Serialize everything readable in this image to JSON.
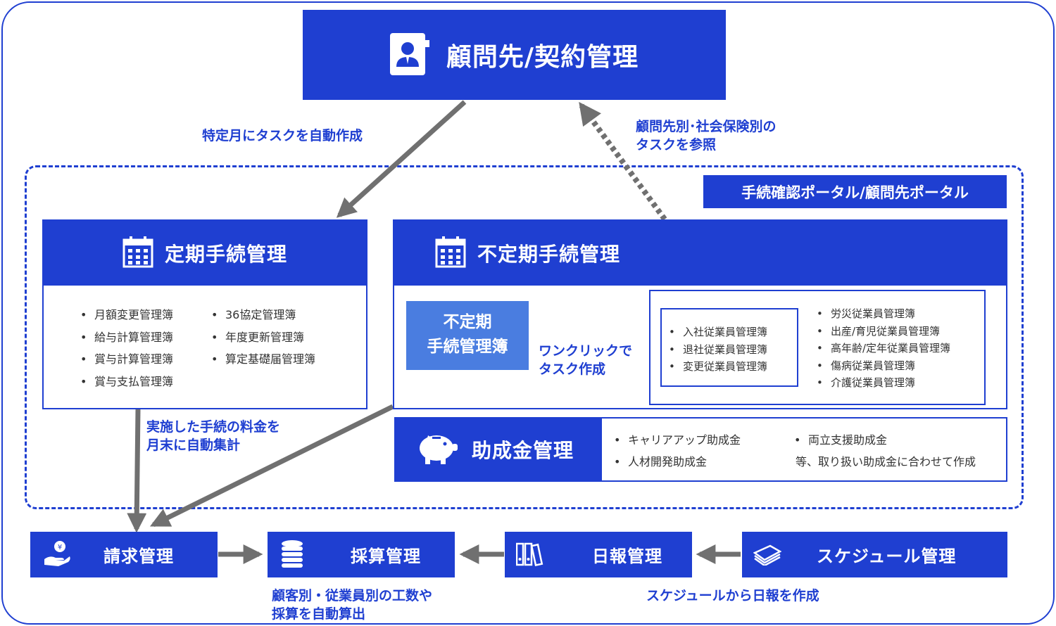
{
  "client_contract": {
    "title": "顧問先/契約管理"
  },
  "labels": {
    "auto_task": "特定月にタスクを自動作成",
    "ref_line1": "顧問先別･社会保険別の",
    "ref_line2": "タスクを参照",
    "fee_line1": "実施した手続の料金を",
    "fee_line2": "月末に自動集計",
    "oneclick_line1": "ワンクリックで",
    "oneclick_line2": "タスク作成",
    "genka_line1": "顧客別・従業員別の工数や",
    "genka_line2": "採算を自動算出",
    "schedule_note": "スケジュールから日報を作成"
  },
  "portal": {
    "title": "手続確認ポータル/顧問先ポータル"
  },
  "regular": {
    "title": "定期手続管理",
    "col1": [
      "月額変更管理簿",
      "給与計算管理簿",
      "賞与計算管理簿",
      "賞与支払管理簿"
    ],
    "col2": [
      "36協定管理簿",
      "年度更新管理簿",
      "算定基礎届管理簿"
    ]
  },
  "irregular": {
    "title": "不定期手続管理",
    "ledger_line1": "不定期",
    "ledger_line2": "手続管理簿",
    "list_a": [
      "入社従業員管理簿",
      "退社従業員管理簿",
      "変更従業員管理簿"
    ],
    "list_b": [
      "労災従業員管理簿",
      "出産/育児従業員管理簿",
      "高年齢/定年従業員管理簿",
      "傷病従業員管理簿",
      "介護従業員管理簿"
    ]
  },
  "subsidy": {
    "title": "助成金管理",
    "item1": "キャリアアップ助成金",
    "item2": "人材開発助成金",
    "item3": "両立支援助成金",
    "note": "等、取り扱い助成金に合わせて作成"
  },
  "bottom": {
    "billing": "請求管理",
    "profit": "採算管理",
    "daily": "日報管理",
    "schedule": "スケジュール管理"
  },
  "colors": {
    "primary": "#1f3fd1",
    "light": "#4a7de0",
    "arrow": "#707070"
  }
}
